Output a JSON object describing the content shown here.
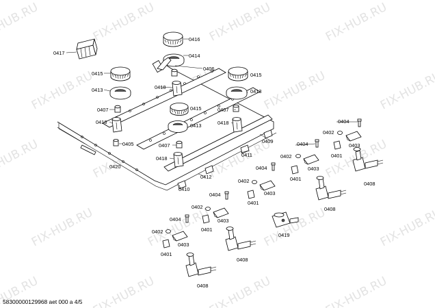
{
  "watermark": "FIX-HUB.RU",
  "footer": "58300000129968 aet 000 a 4/5",
  "parts": {
    "p0417": "0417",
    "p0416": "0416",
    "p0414": "0414",
    "p0415": "0415",
    "p0413": "0413",
    "p0406": "0406",
    "p0418": "0418",
    "p0407": "0407",
    "p0405": "0405",
    "p0420": "0420",
    "p0410": "0410",
    "p0412": "0412",
    "p0411": "0411",
    "p0409": "0409",
    "p0404": "0404",
    "p0402": "0402",
    "p0403": "0403",
    "p0401": "0401",
    "p0408": "0408",
    "p0419": "0419"
  }
}
